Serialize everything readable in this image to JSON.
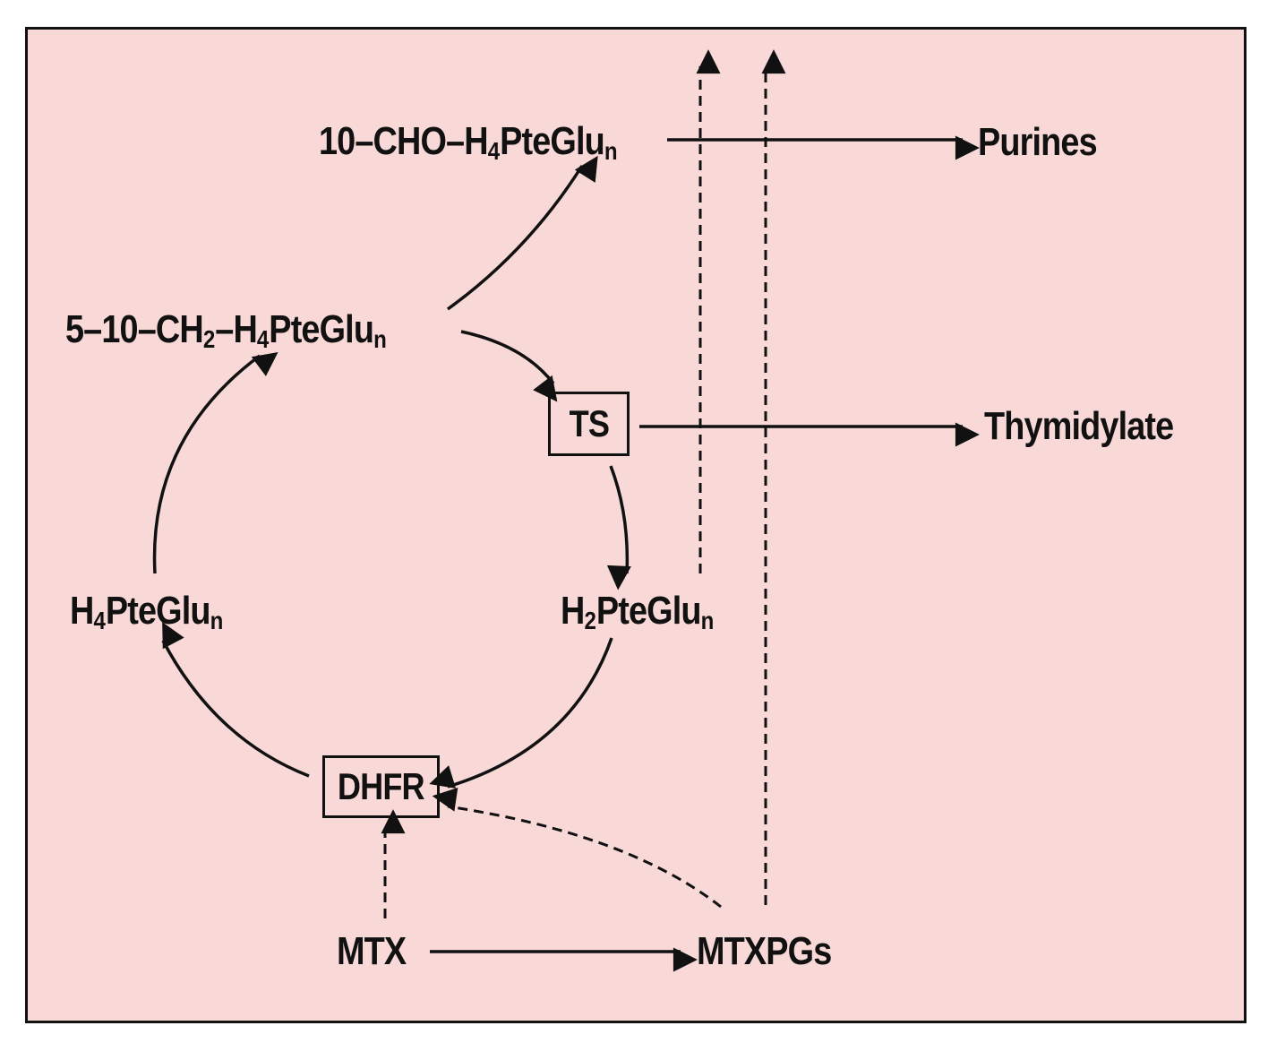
{
  "colors": {
    "background": "#f8d9d7",
    "ink": "#111111"
  },
  "nodes": {
    "formyl": {
      "main": "10–CHO–H",
      "sub1": "4",
      "main2": "PteGlu",
      "sub2": "n"
    },
    "methylene": {
      "main": "5–10–CH",
      "sub1": "2",
      "main2": "–H",
      "sub2": "4",
      "main3": "PteGlu",
      "sub3": "n"
    },
    "tetrahydro": {
      "main": "H",
      "sub1": "4",
      "main2": "PteGlu",
      "sub2": "n"
    },
    "dihydro": {
      "main": "H",
      "sub1": "2",
      "main2": "PteGlu",
      "sub2": "n"
    },
    "purines": "Purines",
    "thymidylate": "Thymidylate",
    "mtx": "MTX",
    "mtxpgs": "MTXPGs"
  },
  "enzymes": {
    "ts": "TS",
    "dhfr": "DHFR"
  }
}
